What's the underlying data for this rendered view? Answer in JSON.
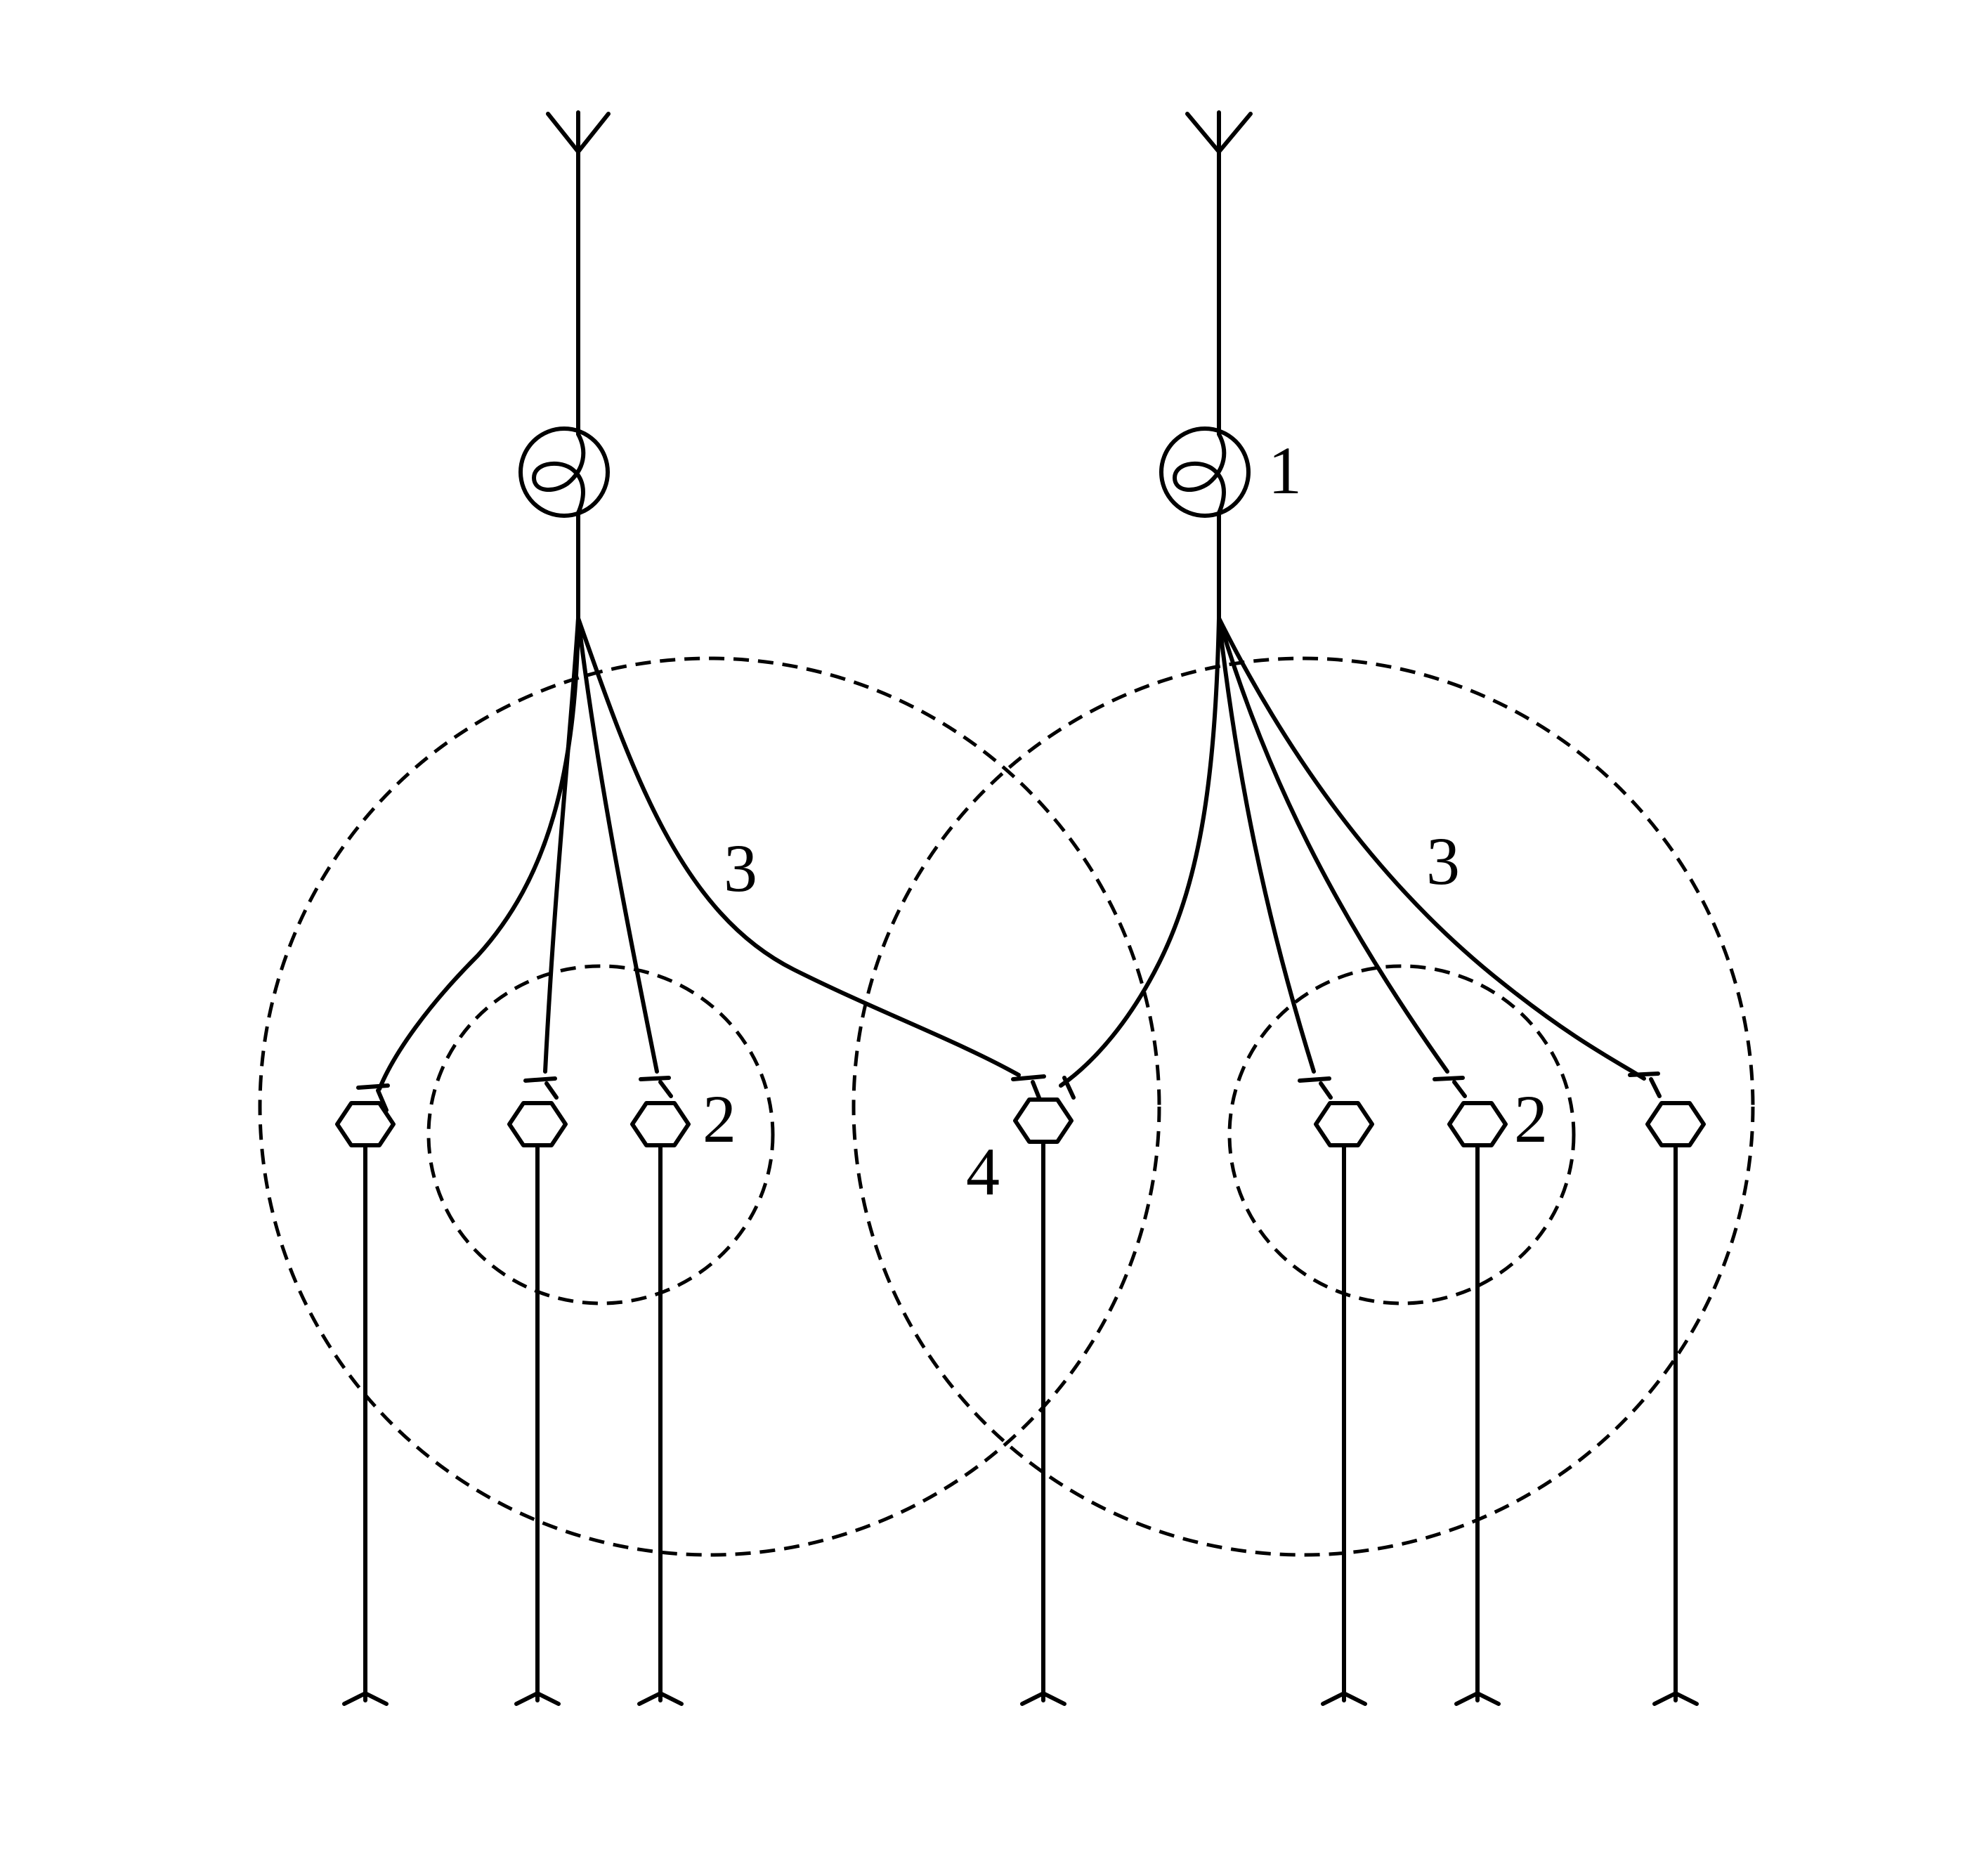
{
  "diagram": {
    "labels": {
      "source_cell": "1",
      "inner_field_left": "2",
      "inner_field_right": "2",
      "outer_field_left": "3",
      "outer_field_right": "3",
      "overlap_cell": "4"
    },
    "colors": {
      "ink": "#000000",
      "background": "#ffffff"
    }
  }
}
